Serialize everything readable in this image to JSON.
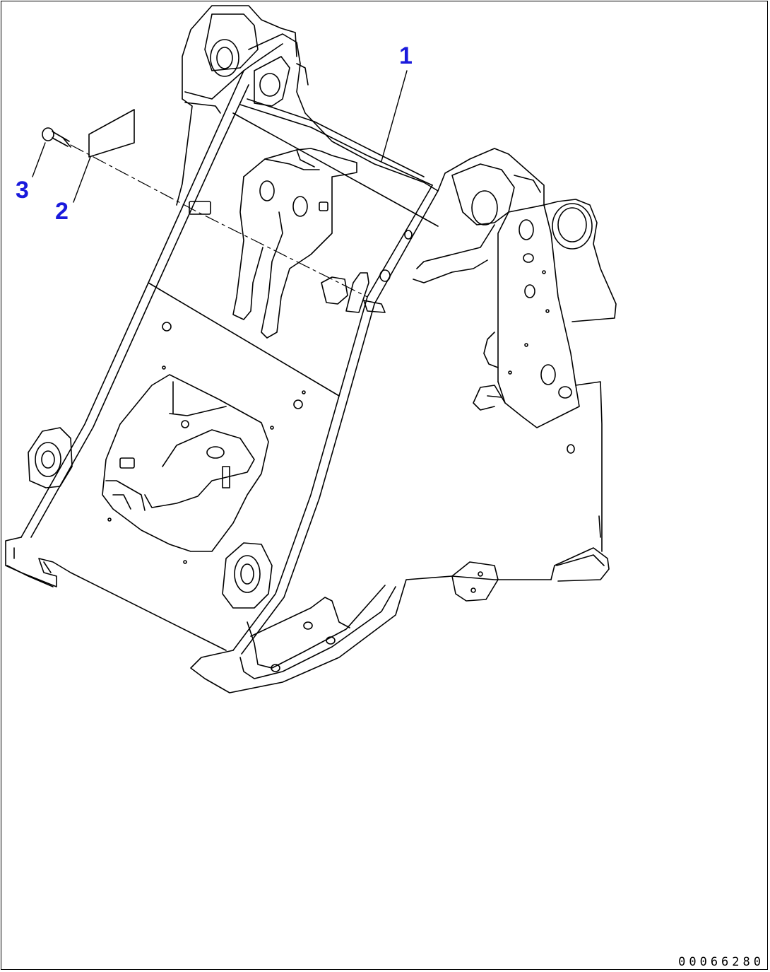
{
  "callouts": [
    {
      "id": "1",
      "label": "1"
    },
    {
      "id": "2",
      "label": "2"
    },
    {
      "id": "3",
      "label": "3"
    }
  ],
  "drawing_number": "00066280",
  "colors": {
    "callout": "#1a1adc",
    "line": "#000000",
    "background": "#ffffff"
  }
}
